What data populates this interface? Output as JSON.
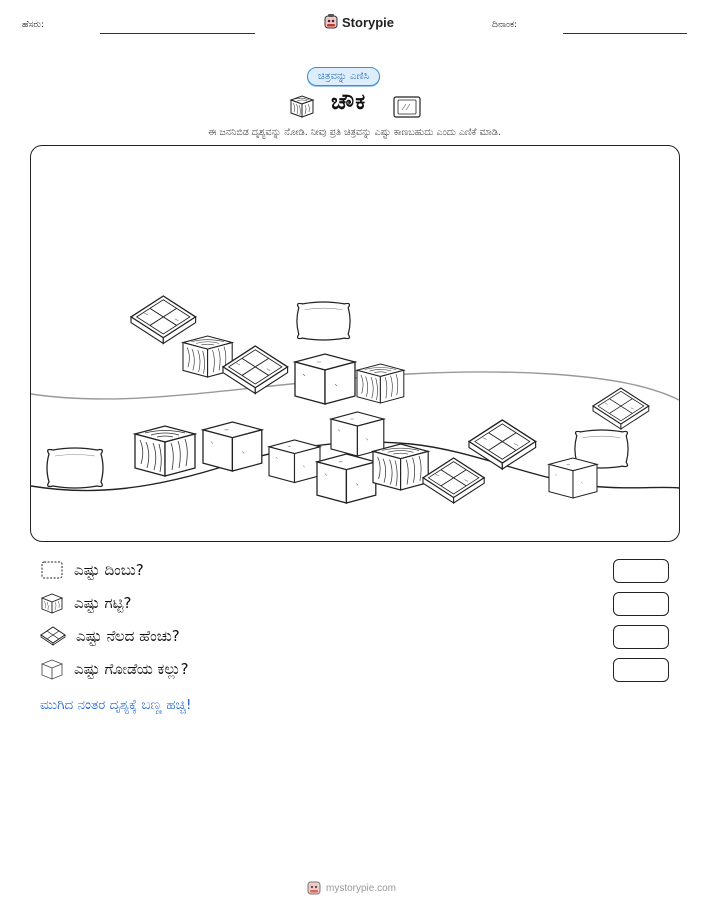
{
  "header": {
    "name_label": "ಹೆಸರು:",
    "date_label": "ದಿನಾಂಕ:",
    "brand": "Storypie"
  },
  "topic": {
    "tag": "ಚಿತ್ರವನ್ನು ಎಣಿಸಿ",
    "title": "ಚೌಕ",
    "instruction": "ಈ ಜನನಿಬಿಡ ದೃಶ್ಯವನ್ನು ನೋಡಿ. ನೀವು ಪ್ರತಿ ಚಿತ್ರವನ್ನು ಎಷ್ಟು ಕಾಣಬಹುದು ಎಂದು ಎಣಿಕೆ ಮಾಡಿ."
  },
  "questions": [
    {
      "icon": "pillow-icon",
      "text": "ಎಷ್ಟು ದಿಂಬು?",
      "answer": ""
    },
    {
      "icon": "wood-block-icon",
      "text": "ಎಷ್ಟು ಗಟ್ಟಿ?",
      "answer": ""
    },
    {
      "icon": "floor-tile-icon",
      "text": "ಎಷ್ಟು ನೆಲದ ಹೆಂಚು?",
      "answer": ""
    },
    {
      "icon": "stone-block-icon",
      "text": "ಎಷ್ಟು ಗೋಡೆಯ ಕಲ್ಲು?",
      "answer": ""
    }
  ],
  "color_message": "ಮುಗಿದ ನಂತರ ದೃಶ್ಯಕ್ಕೆ ಬಣ್ಣ ಹಚ್ಚಿ!",
  "footer": {
    "site": "mystorypie.com"
  },
  "colors": {
    "accent": "#1e63d6",
    "pill_bg": "#dcedfb",
    "pill_border": "#3b8fd8"
  }
}
